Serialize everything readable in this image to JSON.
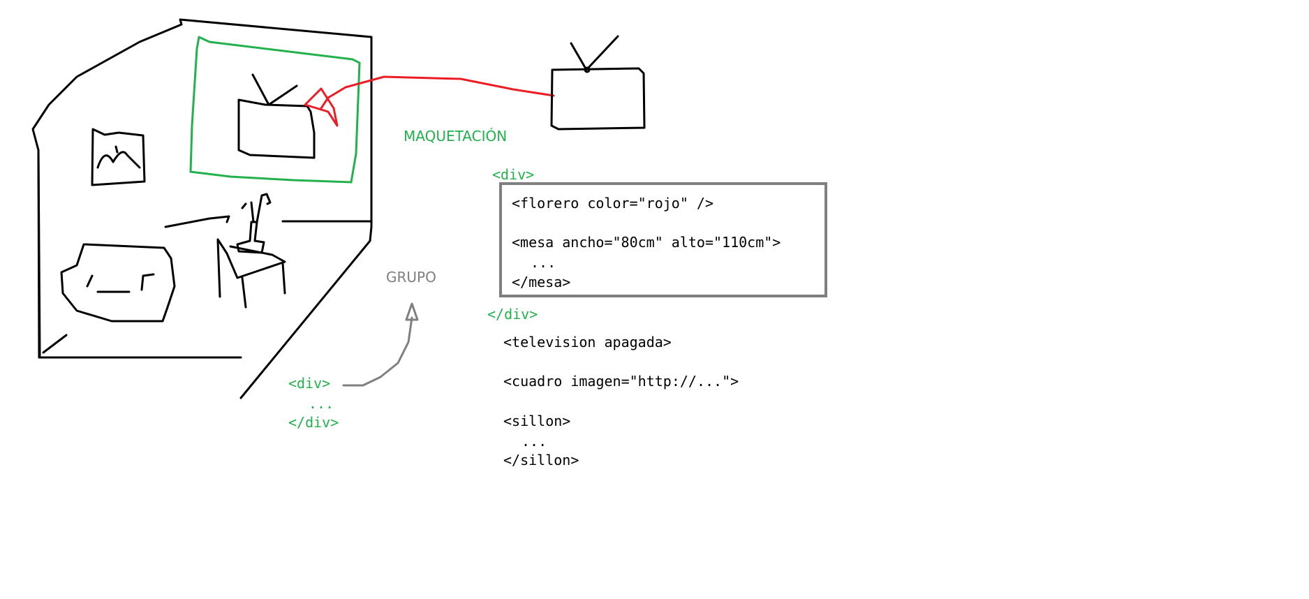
{
  "labels": {
    "maquetacion": "MAQUETACIÓN",
    "grupo": "GRUPO"
  },
  "group_code": {
    "div_open": "<div>",
    "div_close": "</div>",
    "florero": "<florero color=\"rojo\" />",
    "mesa_open": "<mesa ancho=\"80cm\" alto=\"110cm\">",
    "mesa_dots": "...",
    "mesa_close": "</mesa>"
  },
  "other_code": {
    "television": "<television apagada>",
    "cuadro": "<cuadro imagen=\"http://...\">",
    "sillon_open": "<sillon>",
    "sillon_dots": "...",
    "sillon_close": "</sillon>"
  },
  "div_example": {
    "open": "<div>",
    "dots": "...",
    "close": "</div>"
  },
  "colors": {
    "green": "#22b14c",
    "gray": "#7f7f7f",
    "red": "#ed1c24",
    "black": "#000000"
  }
}
